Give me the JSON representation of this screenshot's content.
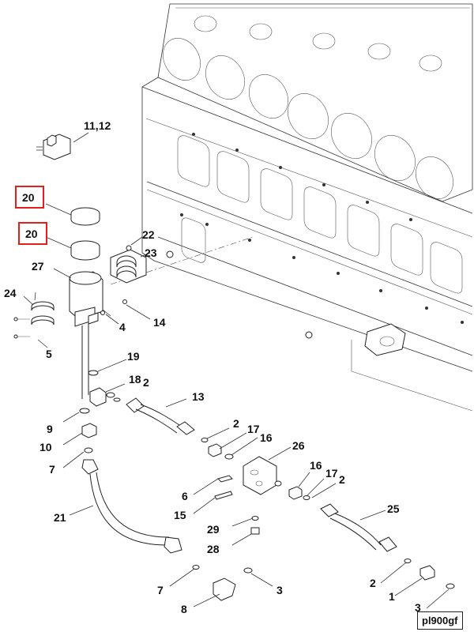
{
  "callouts": {
    "c11_12": "11,12",
    "c20a": "20",
    "c20b": "20",
    "c22": "22",
    "c23": "23",
    "c27": "27",
    "c24": "24",
    "c4": "4",
    "c14": "14",
    "c5": "5",
    "c19": "19",
    "c18": "18",
    "c2a": "2",
    "c13": "13",
    "c9": "9",
    "c2b": "2",
    "c17a": "17",
    "c16a": "16",
    "c26": "26",
    "c10": "10",
    "c7a": "7",
    "c16b": "16",
    "c17b": "17",
    "c2c": "2",
    "c6": "6",
    "c15": "15",
    "c21": "21",
    "c25": "25",
    "c29": "29",
    "c28": "28",
    "c7b": "7",
    "c3a": "3",
    "c2d": "2",
    "c1": "1",
    "c8": "8",
    "c3b": "3"
  },
  "reference_code": "pl900gf",
  "highlight_color": "#e0201c"
}
